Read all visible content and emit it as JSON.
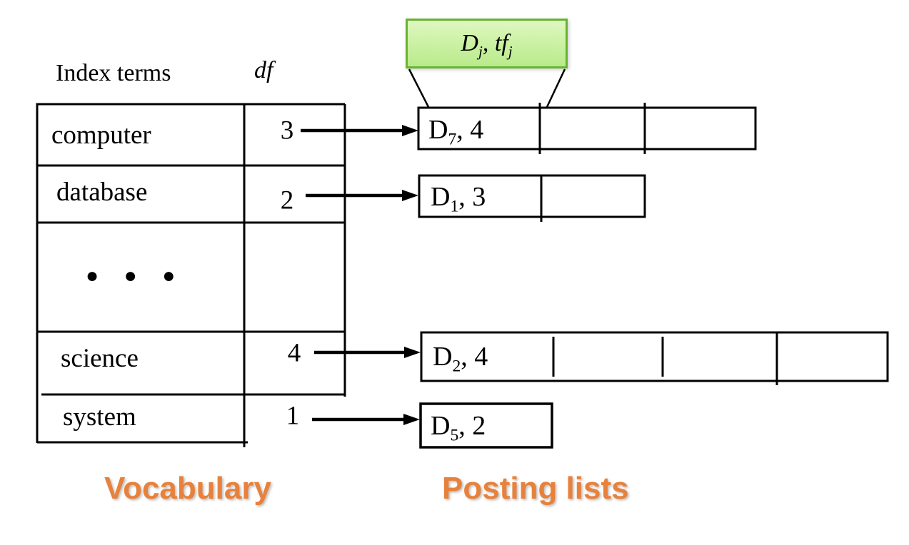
{
  "header": {
    "index_terms": "Index terms",
    "df": "df"
  },
  "callout": {
    "p1": "D",
    "sub1": "j",
    "p2": ", tf",
    "sub2": "j"
  },
  "vocabulary": {
    "label": "Vocabulary",
    "rows": [
      {
        "term": "computer",
        "df": "3"
      },
      {
        "term": "database",
        "df": "2"
      },
      {
        "term": "● ● ●",
        "df": ""
      },
      {
        "term": "science",
        "df": "4"
      },
      {
        "term": "system",
        "df": "1"
      }
    ]
  },
  "postings": {
    "label": "Posting lists",
    "entries": [
      {
        "base": "D",
        "sub": "7",
        "rest": ", 4",
        "cells": 3
      },
      {
        "base": "D",
        "sub": "1",
        "rest": ", 3",
        "cells": 2
      },
      {
        "base": "D",
        "sub": "2",
        "rest": ", 4",
        "cells": 4
      },
      {
        "base": "D",
        "sub": "5",
        "rest": ", 2",
        "cells": 1
      }
    ]
  },
  "colors": {
    "accent_orange": "#E8813B",
    "callout_green_border": "#67B32F",
    "callout_green_fill": "#CDF2A6",
    "line_black": "#000000"
  }
}
